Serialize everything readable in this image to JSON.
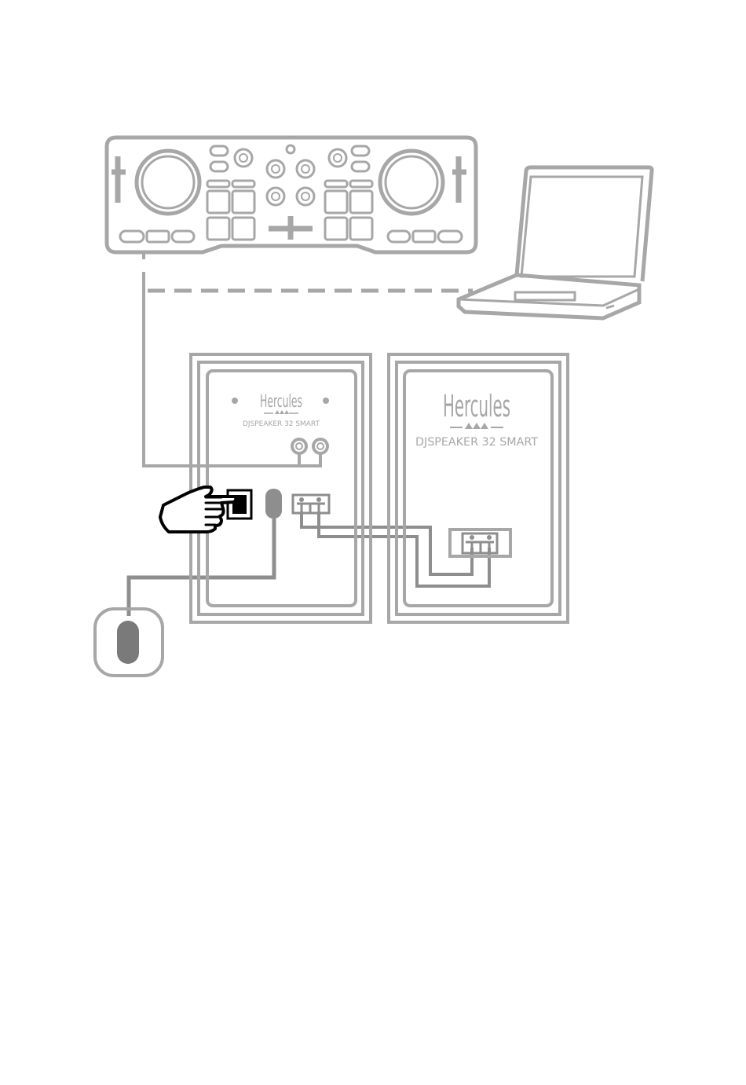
{
  "colors": {
    "line": "#a7a7a7",
    "cable": "#8e8e8e",
    "dark_cable": "#7a7a7a",
    "hand": "#000000",
    "background": "#ffffff"
  },
  "speaker_left": {
    "brand": "Hercules",
    "model": "DJSPEAKER 32 SMART"
  },
  "speaker_right": {
    "brand": "Hercules",
    "model": "DJSPEAKER 32 SMART"
  },
  "icons": {
    "controller": "dj-controller-icon",
    "laptop": "laptop-icon",
    "hand": "pointing-hand-icon",
    "power_adapter": "power-adapter-icon"
  }
}
